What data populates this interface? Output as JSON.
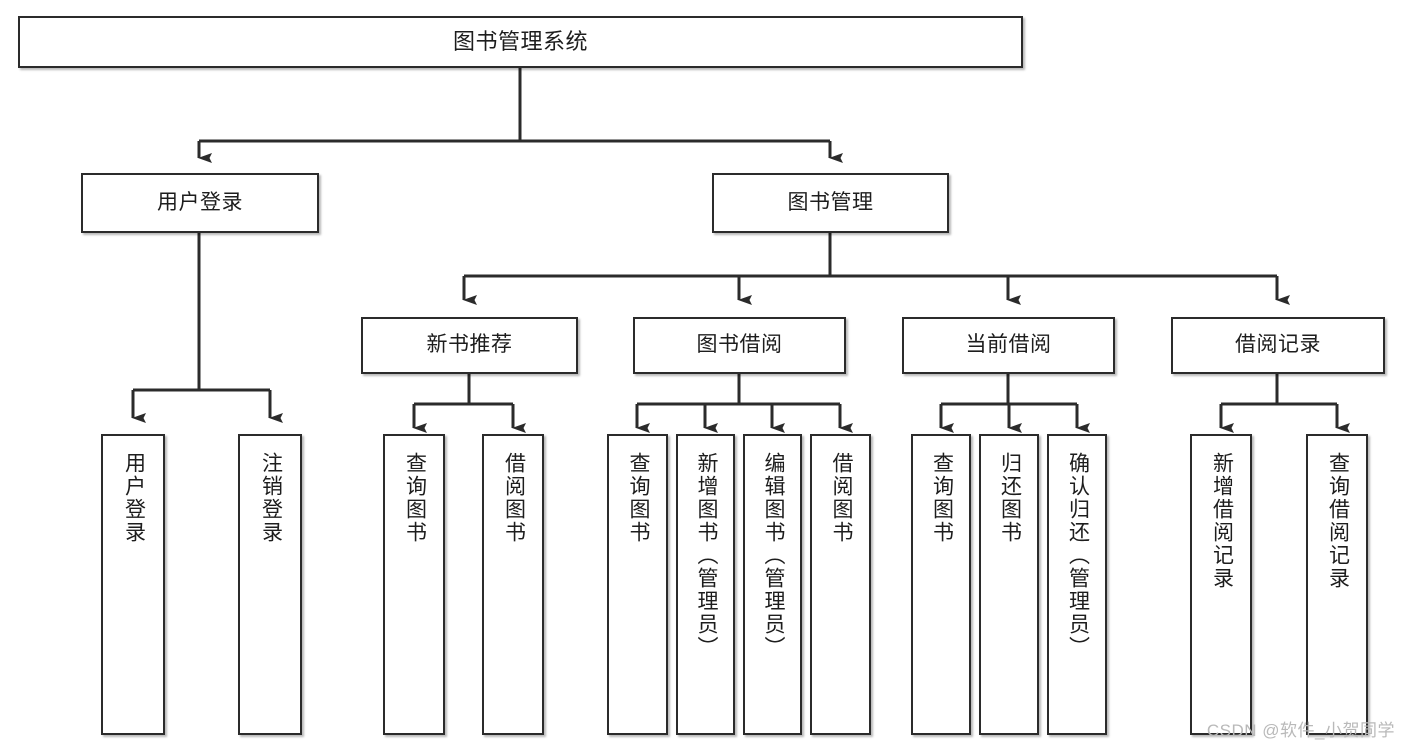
{
  "diagram": {
    "title": "图书管理系统",
    "type": "tree",
    "watermark": "CSDN @软件_小贺同学",
    "colors": {
      "border": "#2b2b2b",
      "fill": "#ffffff",
      "text": "#1d1d1d",
      "wire": "#2b2b2b",
      "watermark": "#b9b9b9"
    },
    "nodes": {
      "root": {
        "label": "图书管理系统"
      },
      "level2": [
        {
          "id": "user-login",
          "label": "用户登录"
        },
        {
          "id": "book-manage",
          "label": "图书管理"
        }
      ],
      "level3": [
        {
          "id": "new-book-recommend",
          "label": "新书推荐"
        },
        {
          "id": "book-borrow",
          "label": "图书借阅"
        },
        {
          "id": "current-borrow",
          "label": "当前借阅"
        },
        {
          "id": "borrow-record",
          "label": "借阅记录"
        }
      ],
      "leaves": {
        "user-login": [
          {
            "id": "leaf-user-login",
            "label": "用户登录"
          },
          {
            "id": "leaf-logout-login",
            "label": "注销登录"
          }
        ],
        "new-book-recommend": [
          {
            "id": "leaf-query-book-1",
            "label": "查询图书"
          },
          {
            "id": "leaf-borrow-book-1",
            "label": "借阅图书"
          }
        ],
        "book-borrow": [
          {
            "id": "leaf-query-book-2",
            "label": "查询图书"
          },
          {
            "id": "leaf-add-book",
            "label": "新增图书（管理员）"
          },
          {
            "id": "leaf-edit-book",
            "label": "编辑图书（管理员）"
          },
          {
            "id": "leaf-borrow-book-2",
            "label": "借阅图书"
          }
        ],
        "current-borrow": [
          {
            "id": "leaf-query-book-3",
            "label": "查询图书"
          },
          {
            "id": "leaf-return-book",
            "label": "归还图书"
          },
          {
            "id": "leaf-confirm-return",
            "label": "确认归还（管理员）"
          }
        ],
        "borrow-record": [
          {
            "id": "leaf-add-record",
            "label": "新增借阅记录"
          },
          {
            "id": "leaf-query-record",
            "label": "查询借阅记录"
          }
        ]
      }
    }
  }
}
